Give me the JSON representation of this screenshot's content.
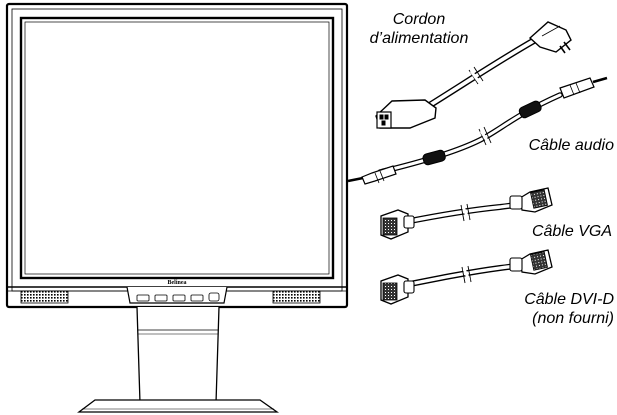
{
  "monitor": {
    "brand": "Belinea",
    "control_buttons": [
      "⊞",
      "▼",
      "▲",
      "▣",
      "⏻"
    ]
  },
  "labels": {
    "power_cord": [
      "Cordon",
      "d’alimentation"
    ],
    "audio_cable": "Câble audio",
    "vga_cable": "Câble VGA",
    "dvi_cable": [
      "Câble DVI-D",
      "(non fourni)"
    ]
  },
  "colors": {
    "line": "#000000",
    "background": "#ffffff"
  }
}
